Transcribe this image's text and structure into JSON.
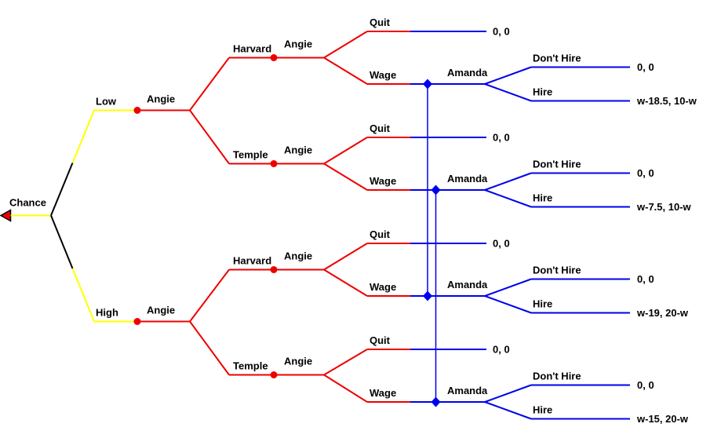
{
  "diagram": {
    "kind": "extensive-form-game-tree",
    "background": "#ffffff",
    "colors": {
      "chance": "#ffff00",
      "angie": "#ee0000",
      "amanda": "#0000ee",
      "tree_structure": "#000000",
      "root_marker_fill": "#ee0000",
      "root_marker_edge": "#000000"
    },
    "tree": {
      "root": {
        "label": "Chance"
      },
      "branches": [
        {
          "chance_label": "Low",
          "node_label": "Angie",
          "schools": [
            {
              "branch_label": "Harvard",
              "node_label": "Angie",
              "quit": {
                "branch_label": "Quit",
                "payoff": "0, 0"
              },
              "wage": {
                "branch_label": "Wage",
                "node_label": "Amanda",
                "infoset": "harvard",
                "dont_hire": {
                  "branch_label": "Don't Hire",
                  "payoff": "0, 0"
                },
                "hire": {
                  "branch_label": "Hire",
                  "payoff": "w-18.5, 10-w"
                }
              }
            },
            {
              "branch_label": "Temple",
              "node_label": "Angie",
              "quit": {
                "branch_label": "Quit",
                "payoff": "0, 0"
              },
              "wage": {
                "branch_label": "Wage",
                "node_label": "Amanda",
                "infoset": "temple",
                "dont_hire": {
                  "branch_label": "Don't Hire",
                  "payoff": "0, 0"
                },
                "hire": {
                  "branch_label": "Hire",
                  "payoff": "w-7.5, 10-w"
                }
              }
            }
          ]
        },
        {
          "chance_label": "High",
          "node_label": "Angie",
          "schools": [
            {
              "branch_label": "Harvard",
              "node_label": "Angie",
              "quit": {
                "branch_label": "Quit",
                "payoff": "0, 0"
              },
              "wage": {
                "branch_label": "Wage",
                "node_label": "Amanda",
                "infoset": "harvard",
                "dont_hire": {
                  "branch_label": "Don't Hire",
                  "payoff": "0, 0"
                },
                "hire": {
                  "branch_label": "Hire",
                  "payoff": "w-19, 20-w"
                }
              }
            },
            {
              "branch_label": "Temple",
              "node_label": "Angie",
              "quit": {
                "branch_label": "Quit",
                "payoff": "0, 0"
              },
              "wage": {
                "branch_label": "Wage",
                "node_label": "Amanda",
                "infoset": "temple",
                "dont_hire": {
                  "branch_label": "Don't Hire",
                  "payoff": "0, 0"
                },
                "hire": {
                  "branch_label": "Hire",
                  "payoff": "w-15, 20-w"
                }
              }
            }
          ]
        }
      ]
    }
  }
}
